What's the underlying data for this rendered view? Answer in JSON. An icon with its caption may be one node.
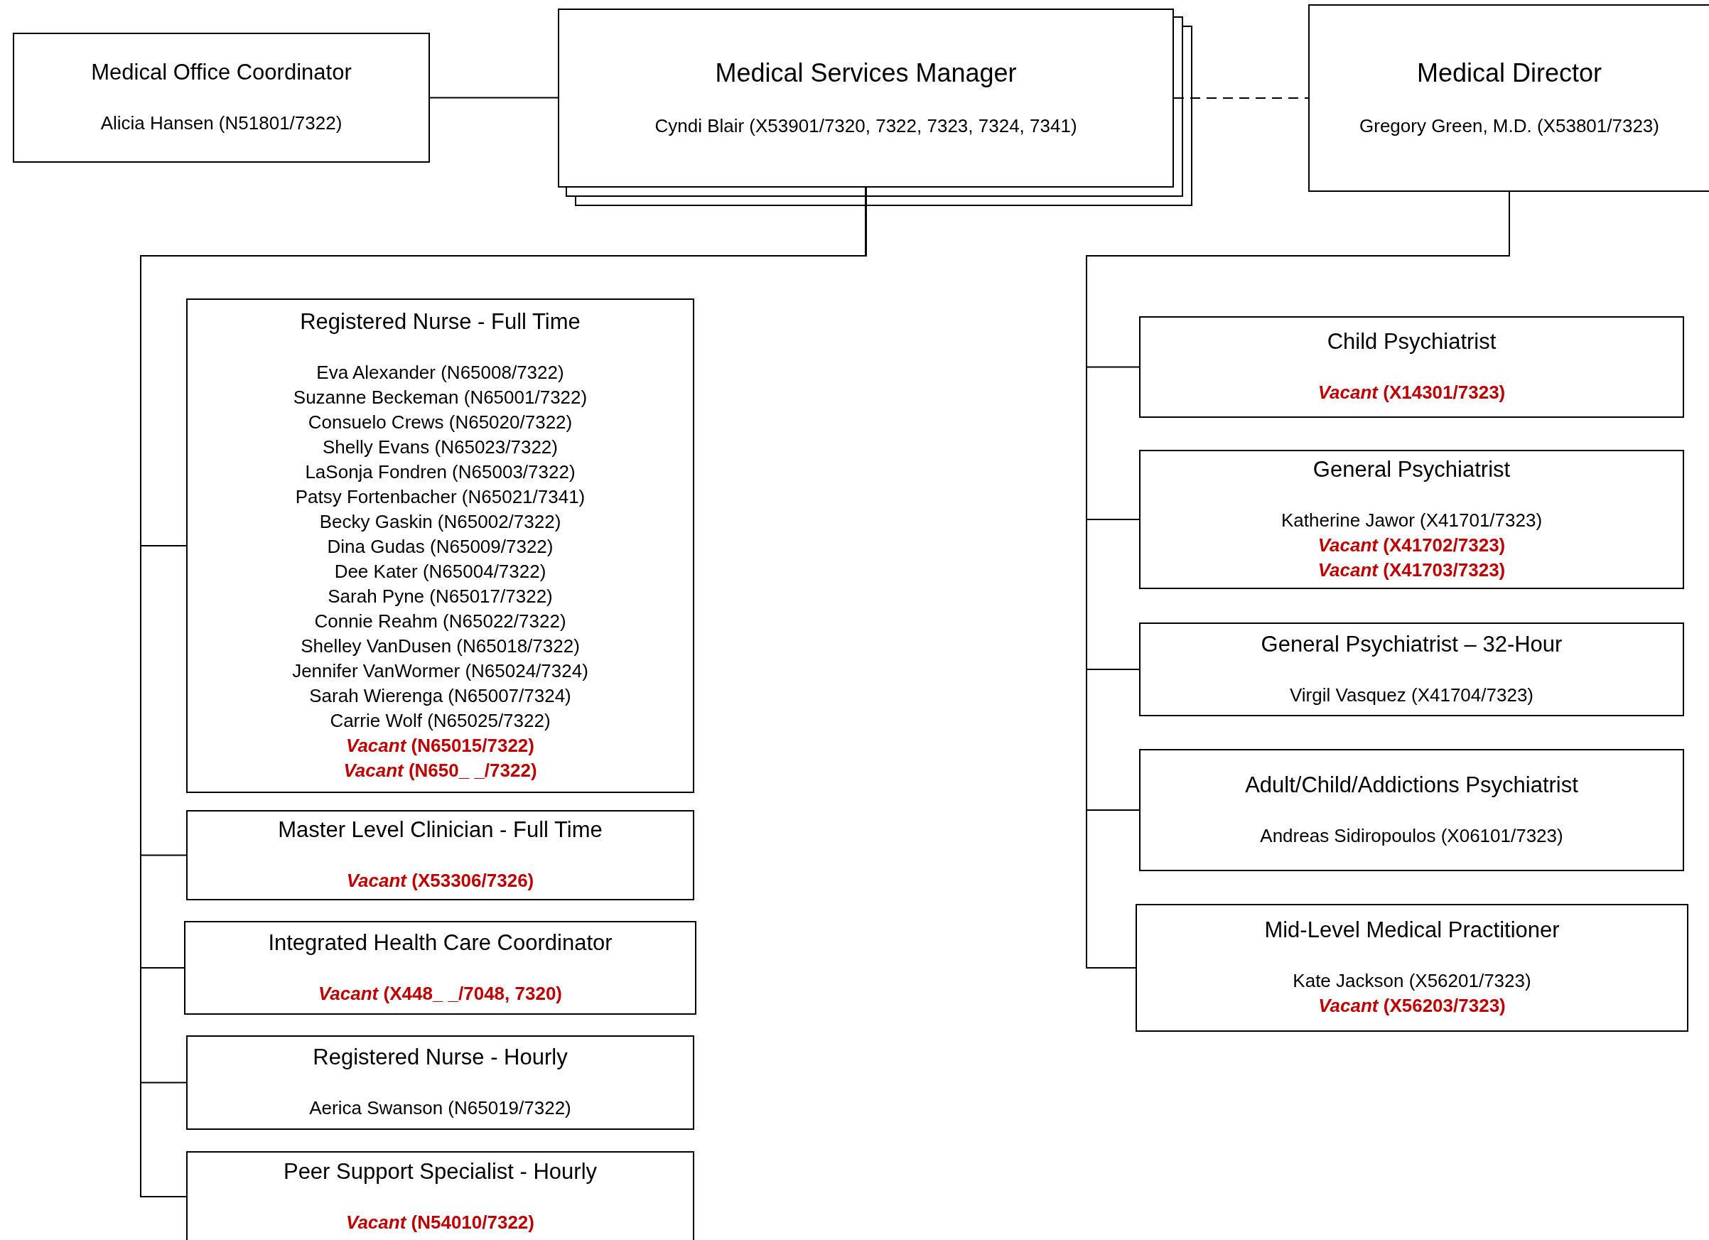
{
  "diagram": {
    "nodes": [
      {
        "text": [
          "Medical Office Coordinator",
          "Alicia Hansen (N51801/7322)"
        ]
      },
      {
        "text": [
          "Medical Services Manager",
          "Cyndi Blair (X53901/7320, 7322, 7323, 7324, 7341)"
        ]
      },
      {
        "text": [
          "Medical Director",
          "Gregory Green, M.D. (X53801/7323)"
        ]
      },
      {
        "text": [
          "Registered Nurse - Full Time",
          "Eva Alexander (N65008/7322)",
          "Suzanne Beckeman (N65001/7322)",
          "Consuelo Crews (N65020/7322)",
          "Shelly Evans (N65023/7322)",
          "LaSonja Fondren (N65003/7322)",
          "Patsy Fortenbacher (N65021/7341)",
          "Becky Gaskin (N65002/7322)",
          "Dina Gudas (N65009/7322)",
          "Dee Kater (N65004/7322)",
          "Sarah Pyne (N65017/7322)",
          "Connie Reahm (N65022/7322)",
          "Shelley VanDusen (N65018/7322)",
          "Jennifer VanWormer (N65024/7324)",
          "Sarah Wierenga (N65007/7324)",
          "Carrie Wolf (N65025/7322)",
          "*Vacant* (N65015/7322)",
          "*Vacant* (N650_ _/7322)"
        ]
      },
      {
        "text": [
          "Master Level Clinician - Full Time",
          "*Vacant* (X53306/7326)"
        ]
      },
      {
        "text": [
          "Integrated Health Care Coordinator",
          "*Vacant* (X448_ _/7048, 7320)"
        ]
      },
      {
        "text": [
          "Registered Nurse - Hourly",
          "Aerica Swanson (N65019/7322)"
        ]
      },
      {
        "text": [
          "Peer Support Specialist - Hourly",
          "*Vacant* (N54010/7322)"
        ]
      },
      {
        "text": [
          "Child Psychiatrist",
          "*Vacant* (X14301/7323)"
        ]
      },
      {
        "text": [
          "General Psychiatrist",
          "Katherine Jawor (X41701/7323)",
          "*Vacant* (X41702/7323)",
          "*Vacant* (X41703/7323)"
        ]
      },
      {
        "text": [
          "General Psychiatrist – 32-Hour",
          "Virgil Vasquez (X41704/7323)"
        ]
      },
      {
        "text": [
          "Adult/Child/Addictions Psychiatrist",
          "Andreas Sidiropoulos (X06101/7323)"
        ]
      },
      {
        "text": [
          "Mid-Level Medical Practitioner",
          "Kate Jackson (X56201/7323)",
          "*Vacant* (X56203/7323)"
        ]
      }
    ],
    "edges": [
      {
        "from": 0,
        "to": 1,
        "arrow": "none"
      },
      {
        "from": 1,
        "to": 2,
        "arrow": "none",
        "style": "dashed"
      },
      {
        "from": 1,
        "to": 3,
        "arrow": "none"
      },
      {
        "from": 1,
        "to": 4,
        "arrow": "none"
      },
      {
        "from": 1,
        "to": 5,
        "arrow": "none"
      },
      {
        "from": 1,
        "to": 6,
        "arrow": "none"
      },
      {
        "from": 1,
        "to": 7,
        "arrow": "none"
      },
      {
        "from": 2,
        "to": 8,
        "arrow": "none"
      },
      {
        "from": 2,
        "to": 9,
        "arrow": "none"
      },
      {
        "from": 2,
        "to": 10,
        "arrow": "none"
      },
      {
        "from": 2,
        "to": 11,
        "arrow": "none"
      },
      {
        "from": 2,
        "to": 12,
        "arrow": "none"
      }
    ]
  }
}
